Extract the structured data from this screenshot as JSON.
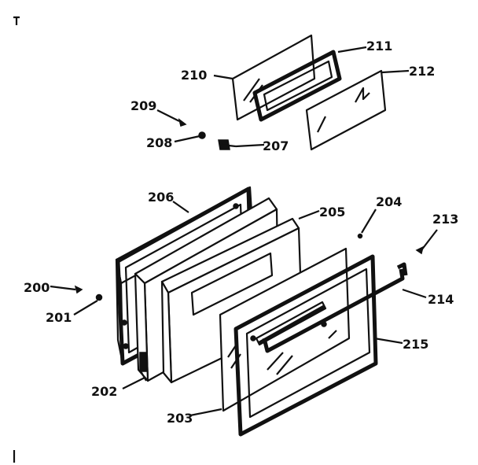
{
  "diagram": {
    "labels": {
      "p200": "200",
      "p201": "201",
      "p202": "202",
      "p203": "203",
      "p204": "204",
      "p205": "205",
      "p206": "206",
      "p207": "207",
      "p208": "208",
      "p209": "209",
      "p210": "210",
      "p211": "211",
      "p212": "212",
      "p213": "213",
      "p214": "214",
      "p215": "215"
    }
  }
}
